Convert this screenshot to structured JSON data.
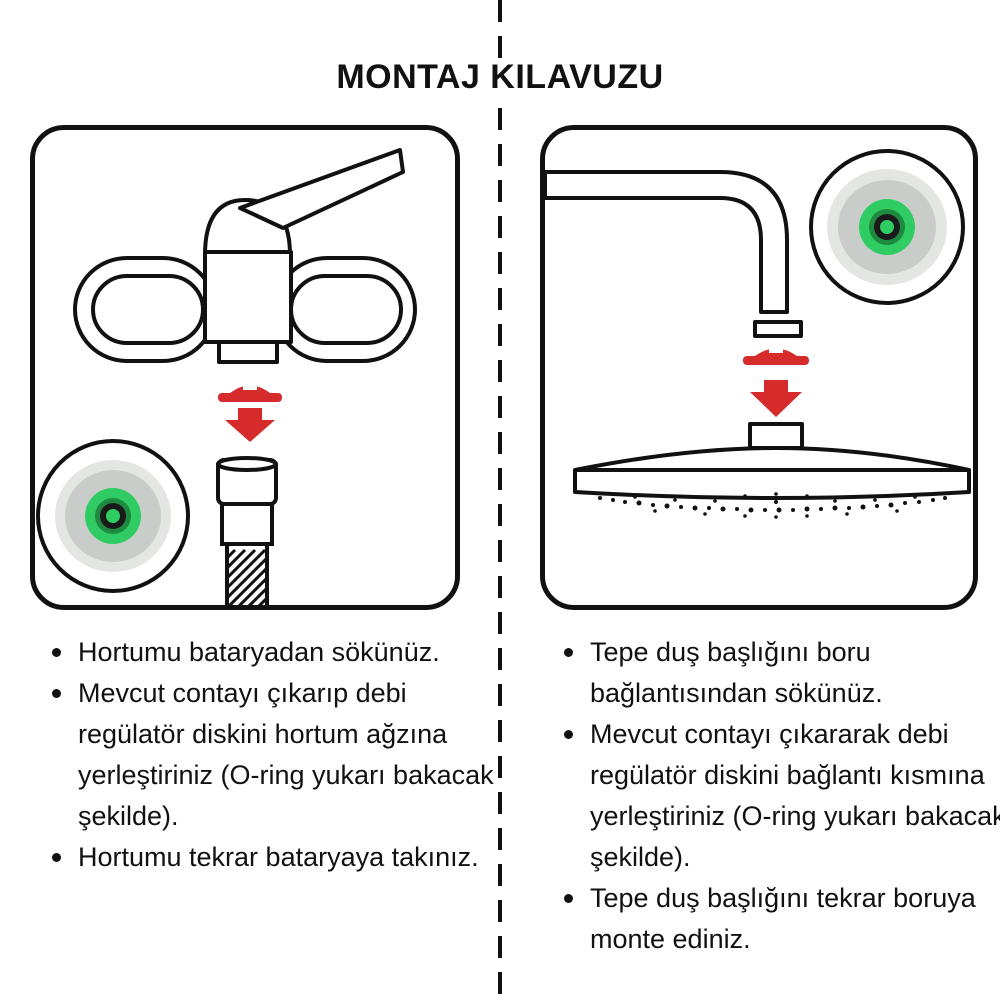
{
  "title": "MONTAJ KILAVUZU",
  "left_panel": {
    "steps": [
      "Hortumu bataryadan sökünüz.",
      "Mevcut contayı çıkarıp debi regülatör diskini hortum ağzına yerleştiriniz (O-ring yukarı bakacak şekilde).",
      "Hortumu tekrar bataryaya takınız."
    ]
  },
  "right_panel": {
    "steps": [
      "Tepe duş başlığını boru bağlantısından sökünüz.",
      "Mevcut contayı çıkararak debi regülatör diskini bağlantı kısmına yerleştiriniz (O-ring yukarı bakacak şekilde).",
      "Tepe duş başlığını tekrar boruya monte ediniz."
    ]
  },
  "colors": {
    "line": "#111111",
    "accent_red": "#d62b2b",
    "disc_green": "#2fcc63",
    "disc_gray": "#d8dcd8"
  },
  "icons": [
    "faucet-icon",
    "hose-icon",
    "shower-head-icon",
    "red-arrow-icon",
    "regulator-disc-icon"
  ]
}
